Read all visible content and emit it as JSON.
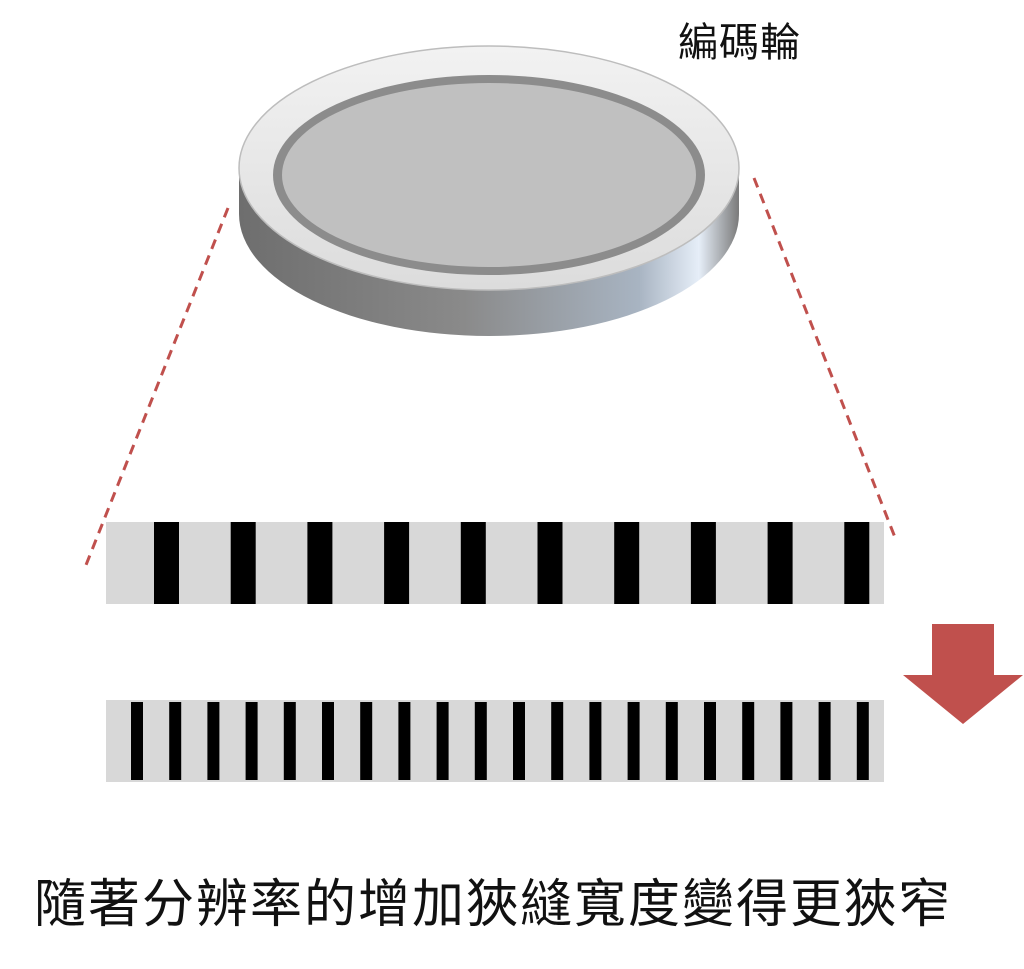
{
  "labels": {
    "encoder_wheel": "編碼輪",
    "caption": "隨著分辨率的增加狹縫寬度變得更狹窄"
  },
  "colors": {
    "strip_background": "#d8d8d8",
    "slit": "#000000",
    "guide_line": "#c0504d",
    "arrow": "#c0504d",
    "disc_face": "#c0c0c0",
    "disc_ring": "#8c8c8c"
  },
  "icons": {
    "arrow": "down-arrow-icon"
  },
  "strips": {
    "low_resolution_slits": 10,
    "high_resolution_slits": 20
  }
}
